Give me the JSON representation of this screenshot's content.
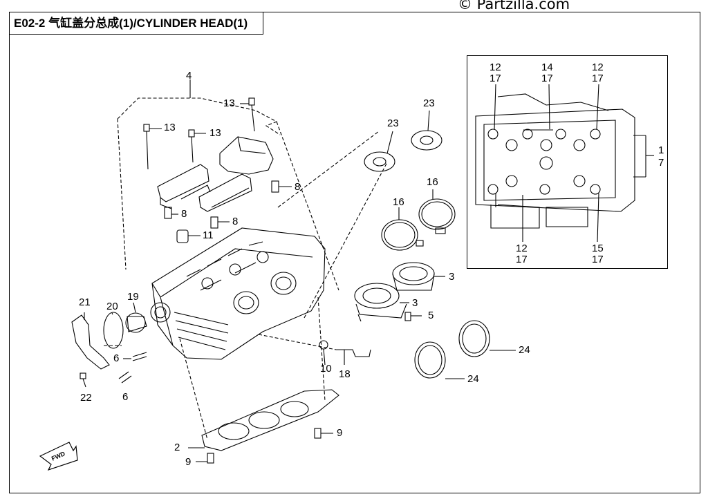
{
  "title": "E02-2 气缸盖分总成(1)/CYLINDER HEAD(1)",
  "watermark": "© Partzilla.com",
  "callouts": {
    "c4": "4",
    "c13a": "13",
    "c13b": "13",
    "c13c": "13",
    "c8a": "8",
    "c8b": "8",
    "c8c": "8",
    "c11": "11",
    "c23a": "23",
    "c23b": "23",
    "c16a": "16",
    "c16b": "16",
    "c3a": "3",
    "c3b": "3",
    "c5": "5",
    "c21": "21",
    "c20": "20",
    "c19": "19",
    "c6a": "6",
    "c6b": "6",
    "c22": "22",
    "c10": "10",
    "c18": "18",
    "c24a": "24",
    "c24b": "24",
    "c9a": "9",
    "c9b": "9",
    "c2": "2"
  },
  "inset": {
    "t1": "12",
    "t2": "17",
    "t3": "14",
    "t4": "17",
    "t5": "12",
    "t6": "17",
    "r1": "1",
    "r2": "7",
    "b1": "12",
    "b2": "17",
    "b3": "15",
    "b4": "17"
  },
  "fwd_label": "FWD"
}
